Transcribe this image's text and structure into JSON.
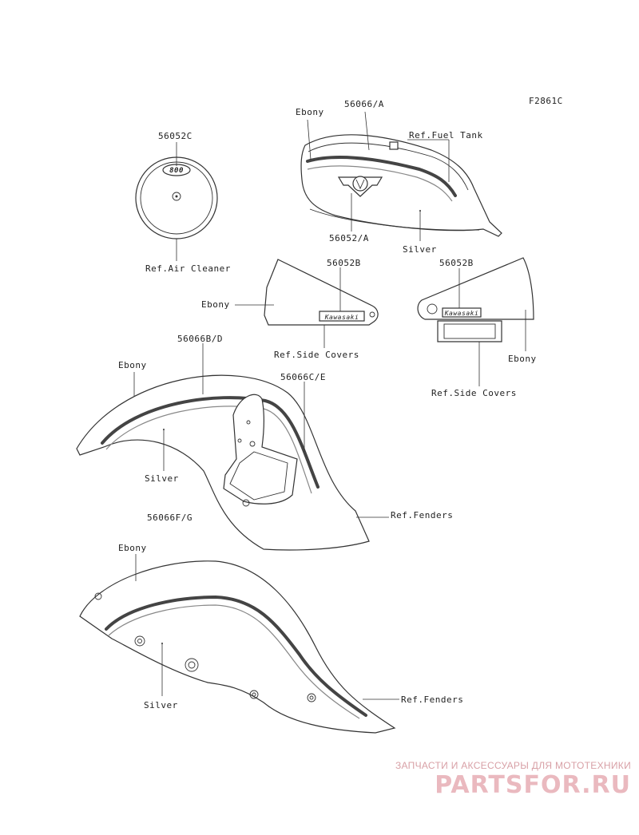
{
  "figure_id": "F2861C",
  "labels": {
    "air_cleaner_part": "56052C",
    "air_cleaner_ref": "Ref.Air Cleaner",
    "air_cleaner_badge": "800",
    "tank_ebony": "Ebony",
    "tank_stripe_part": "56066/A",
    "tank_ref": "Ref.Fuel Tank",
    "tank_emblem_part": "56052/A",
    "tank_silver": "Silver",
    "sidecover_left_part": "56052B",
    "sidecover_left_ebony": "Ebony",
    "sidecover_left_ref": "Ref.Side Covers",
    "sidecover_right_part": "56052B",
    "sidecover_right_ebony": "Ebony",
    "sidecover_right_ref": "Ref.Side Covers",
    "sidecover_emblem": "Kawasaki",
    "front_fender_part_top": "56066B/D",
    "front_fender_ebony": "Ebony",
    "front_fender_part_side": "56066C/E",
    "front_fender_silver": "Silver",
    "front_fender_ref": "Ref.Fenders",
    "rear_fender_part": "56066F/G",
    "rear_fender_ebony": "Ebony",
    "rear_fender_silver": "Silver",
    "rear_fender_ref": "Ref.Fenders"
  },
  "watermark": {
    "tagline": "ЗАПЧАСТИ И АКСЕССУАРЫ ДЛЯ МОТОТЕХНИКИ",
    "logo": "PARTSFOR.RU"
  }
}
